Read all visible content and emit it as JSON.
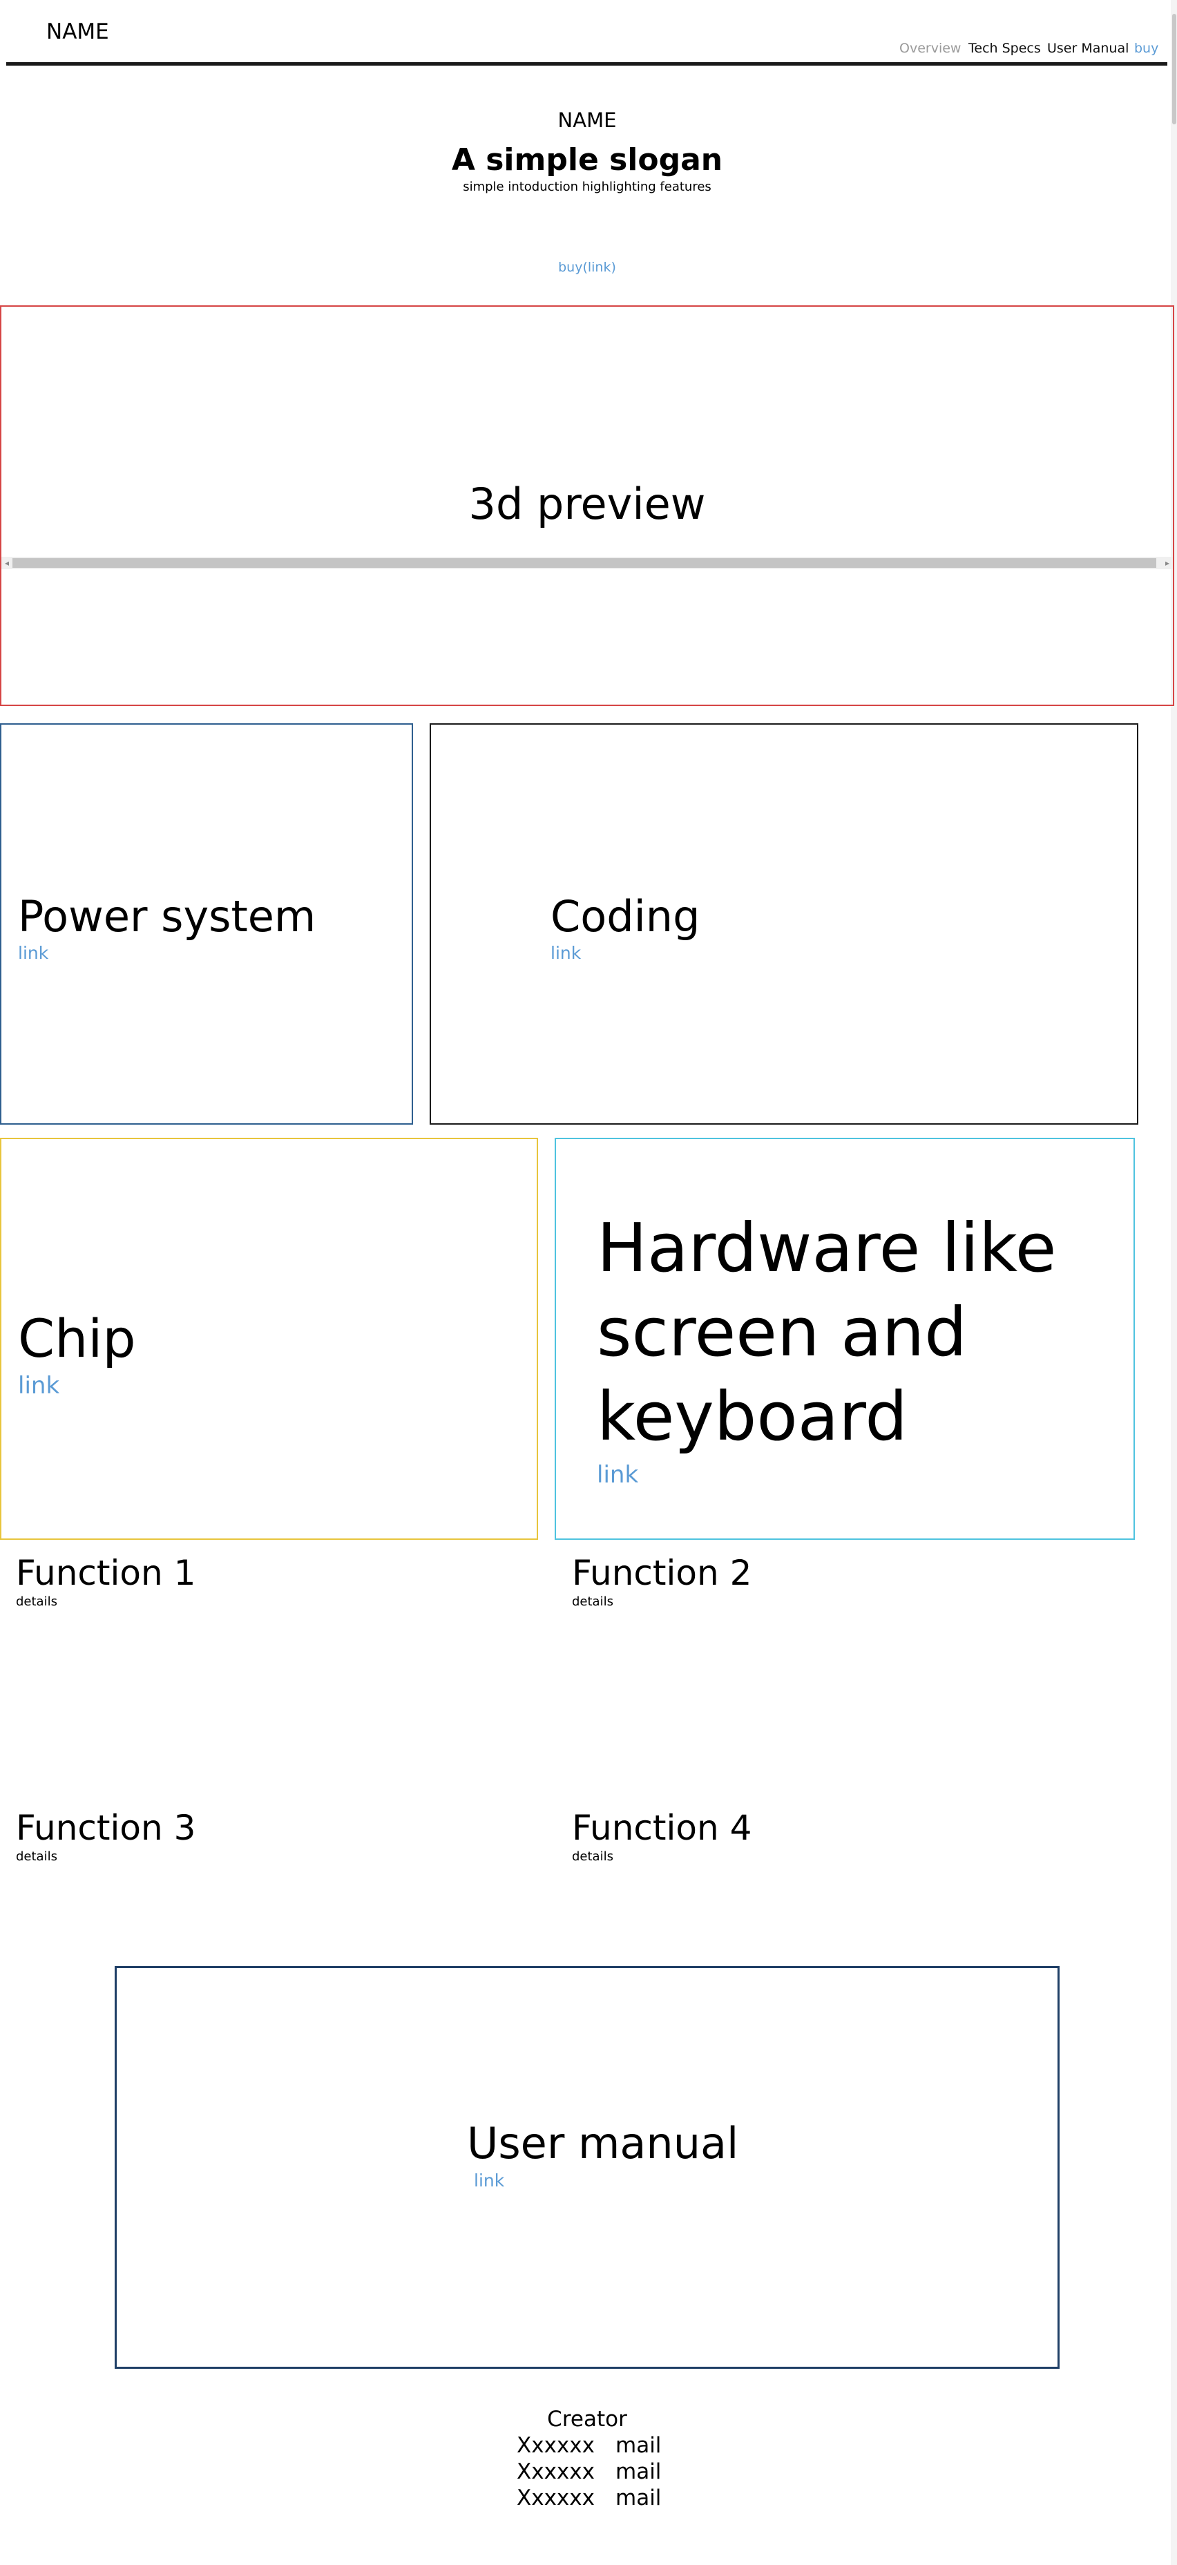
{
  "header": {
    "brand": "NAME",
    "nav": {
      "overview": "Overview",
      "tech_specs": "Tech Specs",
      "user_manual": "User Manual",
      "buy": "buy"
    }
  },
  "hero": {
    "name": "NAME",
    "slogan": "A simple slogan",
    "intro": "simple intoduction highlighting features",
    "buy_link": "buy(link)"
  },
  "preview": {
    "label": "3d preview",
    "scroll_left": "◂",
    "scroll_right": "▸"
  },
  "features": [
    {
      "title": "Power system",
      "link": "link"
    },
    {
      "title": "Coding",
      "link": "link"
    },
    {
      "title": "Chip",
      "link": "link"
    },
    {
      "title": "Hardware like screen and keyboard",
      "link": "link"
    }
  ],
  "functions": [
    {
      "title": "Function 1",
      "details": "details"
    },
    {
      "title": "Function 2",
      "details": "details"
    },
    {
      "title": "Function 3",
      "details": "details"
    },
    {
      "title": "Function 4",
      "details": "details"
    }
  ],
  "manual": {
    "title": "User manual",
    "link": "link"
  },
  "footer": {
    "title": "Creator",
    "rows": [
      {
        "name": "Xxxxxx",
        "contact": "mail"
      },
      {
        "name": "Xxxxxx",
        "contact": "mail"
      },
      {
        "name": "Xxxxxx",
        "contact": "mail"
      }
    ]
  },
  "colors": {
    "link": "#5b9bd5",
    "nav_muted": "#9a9a9a",
    "preview_border": "#d64545",
    "power_border": "#2f5f8f",
    "coding_border": "#1a1a1a",
    "chip_border": "#e8c53d",
    "hardware_border": "#4fc3df",
    "manual_border": "#1f3f66"
  }
}
